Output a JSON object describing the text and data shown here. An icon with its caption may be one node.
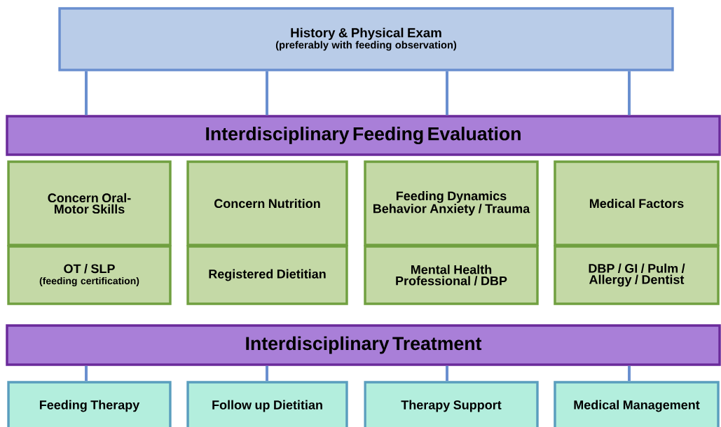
{
  "diagram": {
    "nodes": [
      {
        "text": [
          "History & Physical Exam",
          "(preferably with feeding observation)"
        ]
      },
      {
        "text": [
          "Interdisciplinary Feeding Evaluation"
        ]
      },
      {
        "text": [
          "Concern Oral-Motor Skills"
        ]
      },
      {
        "text": [
          "Concern Nutrition"
        ]
      },
      {
        "text": [
          "Feeding Dynamics Behavior Anxiety / Trauma"
        ]
      },
      {
        "text": [
          "Medical Factors"
        ]
      },
      {
        "text": [
          "OT / SLP",
          "(feeding certification)"
        ]
      },
      {
        "text": [
          "Registered Dietitian"
        ]
      },
      {
        "text": [
          "Mental Health Professional / DBP"
        ]
      },
      {
        "text": [
          "DBP / GI / Pulm / Allergy / Dentist"
        ]
      },
      {
        "text": [
          "Interdisciplinary Treatment"
        ]
      },
      {
        "text": [
          "Feeding Therapy"
        ]
      },
      {
        "text": [
          "Follow up Dietitian"
        ]
      },
      {
        "text": [
          "Therapy Support"
        ]
      },
      {
        "text": [
          "Medical Management"
        ]
      }
    ],
    "edges": [
      {
        "from": 0,
        "to": 1,
        "arrow": "none"
      },
      {
        "from": 0,
        "to": 1,
        "arrow": "none"
      },
      {
        "from": 0,
        "to": 1,
        "arrow": "none"
      },
      {
        "from": 0,
        "to": 1,
        "arrow": "none"
      },
      {
        "from": 10,
        "to": 11,
        "arrow": "none"
      },
      {
        "from": 10,
        "to": 12,
        "arrow": "none"
      },
      {
        "from": 10,
        "to": 13,
        "arrow": "none"
      },
      {
        "from": 10,
        "to": 14,
        "arrow": "none"
      }
    ]
  }
}
